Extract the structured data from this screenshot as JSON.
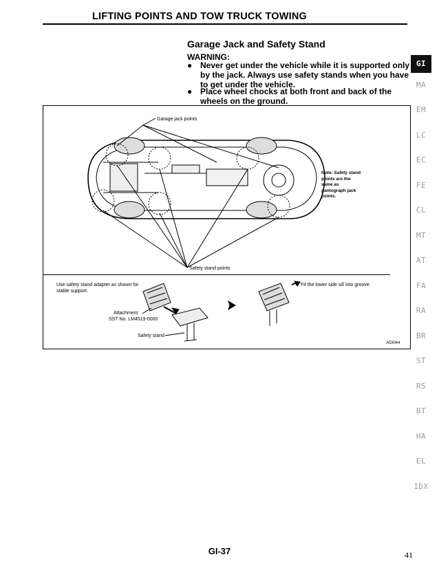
{
  "header": {
    "title": "LIFTING POINTS AND TOW TRUCK TOWING"
  },
  "section": {
    "title": "Garage Jack and Safety Stand",
    "warning_label": "WARNING:",
    "bullets": [
      "Never get under the vehicle while it is supported only by the jack. Always use safety stands when you have to get under the vehicle.",
      "Place wheel chocks at both front and back of the wheels on the ground."
    ],
    "bullet_char": "●"
  },
  "figure": {
    "garage_jack_label": "Garage jack points",
    "safety_stand_points_label": "Safety stand points",
    "note": "Note: Safety stand points are the same as pantograph jack points.",
    "adapter_instruction": "Use safety stand adapter as shown for stable support.",
    "attachment_label": "Attachment",
    "sst_label": "SST No. LM4519-0000",
    "safety_stand_label": "Safety stand",
    "fit_instruction": "Fit the lower side sill into groove.",
    "code": "AGI044"
  },
  "side_tabs": [
    {
      "label": "GI",
      "active": true
    },
    {
      "label": "MA",
      "active": false
    },
    {
      "label": "EM",
      "active": false
    },
    {
      "label": "LC",
      "active": false
    },
    {
      "label": "EC",
      "active": false
    },
    {
      "label": "FE",
      "active": false
    },
    {
      "label": "CL",
      "active": false
    },
    {
      "label": "MT",
      "active": false
    },
    {
      "label": "AT",
      "active": false
    },
    {
      "label": "FA",
      "active": false
    },
    {
      "label": "RA",
      "active": false
    },
    {
      "label": "BR",
      "active": false
    },
    {
      "label": "ST",
      "active": false
    },
    {
      "label": "RS",
      "active": false
    },
    {
      "label": "BT",
      "active": false
    },
    {
      "label": "HA",
      "active": false
    },
    {
      "label": "EL",
      "active": false
    },
    {
      "label": "IDX",
      "active": false
    }
  ],
  "footer": {
    "code": "GI-37",
    "page_number": "41"
  }
}
